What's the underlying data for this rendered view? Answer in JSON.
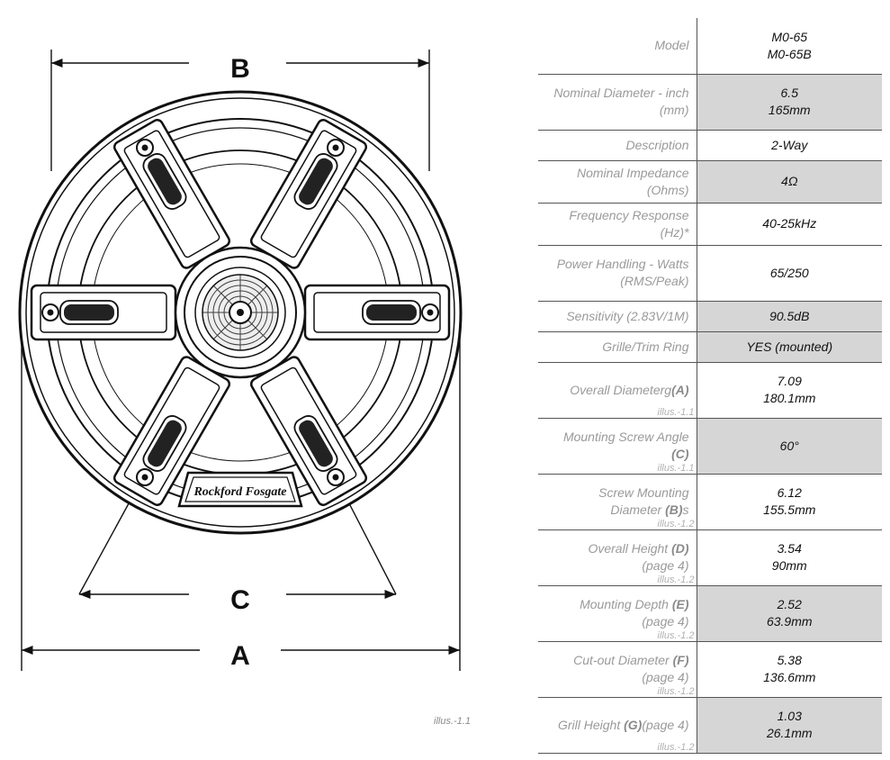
{
  "drawing": {
    "labels": {
      "a": "A",
      "b": "B",
      "c": "C"
    },
    "logo_text": "Rockford Fosgate",
    "caption": "illus.-1.1"
  },
  "specs": {
    "rows": [
      {
        "label": "Model",
        "ref": "",
        "suffix": "",
        "note": "",
        "value": "M0-65\nM0-65B",
        "shaded": false
      },
      {
        "label": "Nominal Diameter - inch\n(mm)",
        "ref": "",
        "suffix": "",
        "note": "",
        "value": "6.5\n165mm",
        "shaded": true
      },
      {
        "label": "Description",
        "ref": "",
        "suffix": "",
        "note": "",
        "value": "2-Way",
        "shaded": false
      },
      {
        "label": "Nominal Impedance\n(Ohms)",
        "ref": "",
        "suffix": "",
        "note": "",
        "value": "4Ω",
        "shaded": true
      },
      {
        "label": "Frequency Response\n(Hz)*",
        "ref": "",
        "suffix": "",
        "note": "",
        "value": "40-25kHz",
        "shaded": false
      },
      {
        "label": "Power Handling - Watts\n(RMS/Peak)",
        "ref": "",
        "suffix": "",
        "note": "",
        "value": "65/250",
        "shaded": false
      },
      {
        "label": "Sensitivity (2.83V/1M)",
        "ref": "",
        "suffix": "",
        "note": "",
        "value": "90.5dB",
        "shaded": true
      },
      {
        "label": "Grille/Trim Ring",
        "ref": "",
        "suffix": "",
        "note": "",
        "value": "YES (mounted)",
        "shaded": true
      },
      {
        "label": "Overall Diameterg",
        "ref": "(A)",
        "suffix": "",
        "note": "illus.-1.1",
        "value": "7.09\n180.1mm",
        "shaded": false
      },
      {
        "label": "Mounting Screw Angle\n",
        "ref": "(C)",
        "suffix": "",
        "note": "illus.-1.1",
        "value": "60°",
        "shaded": true
      },
      {
        "label": "Screw Mounting\nDiameter ",
        "ref": "(B)",
        "suffix": "s",
        "note": "illus.-1.2",
        "value": "6.12\n155.5mm",
        "shaded": false
      },
      {
        "label": "Overall Height ",
        "ref": "(D)",
        "suffix": "\n(page 4)",
        "note": "illus.-1.2",
        "value": "3.54\n90mm",
        "shaded": false
      },
      {
        "label": "Mounting Depth ",
        "ref": "(E)",
        "suffix": "\n(page 4)",
        "note": "illus.-1.2",
        "value": "2.52\n63.9mm",
        "shaded": true
      },
      {
        "label": "Cut-out Diameter ",
        "ref": "(F)",
        "suffix": "\n(page 4)",
        "note": "illus.-1.2",
        "value": "5.38\n136.6mm",
        "shaded": false
      },
      {
        "label": "Grill Height ",
        "ref": "(G)",
        "suffix": "(page 4)",
        "note": "illus.-1.2",
        "value": "1.03\n26.1mm",
        "shaded": true
      }
    ]
  }
}
